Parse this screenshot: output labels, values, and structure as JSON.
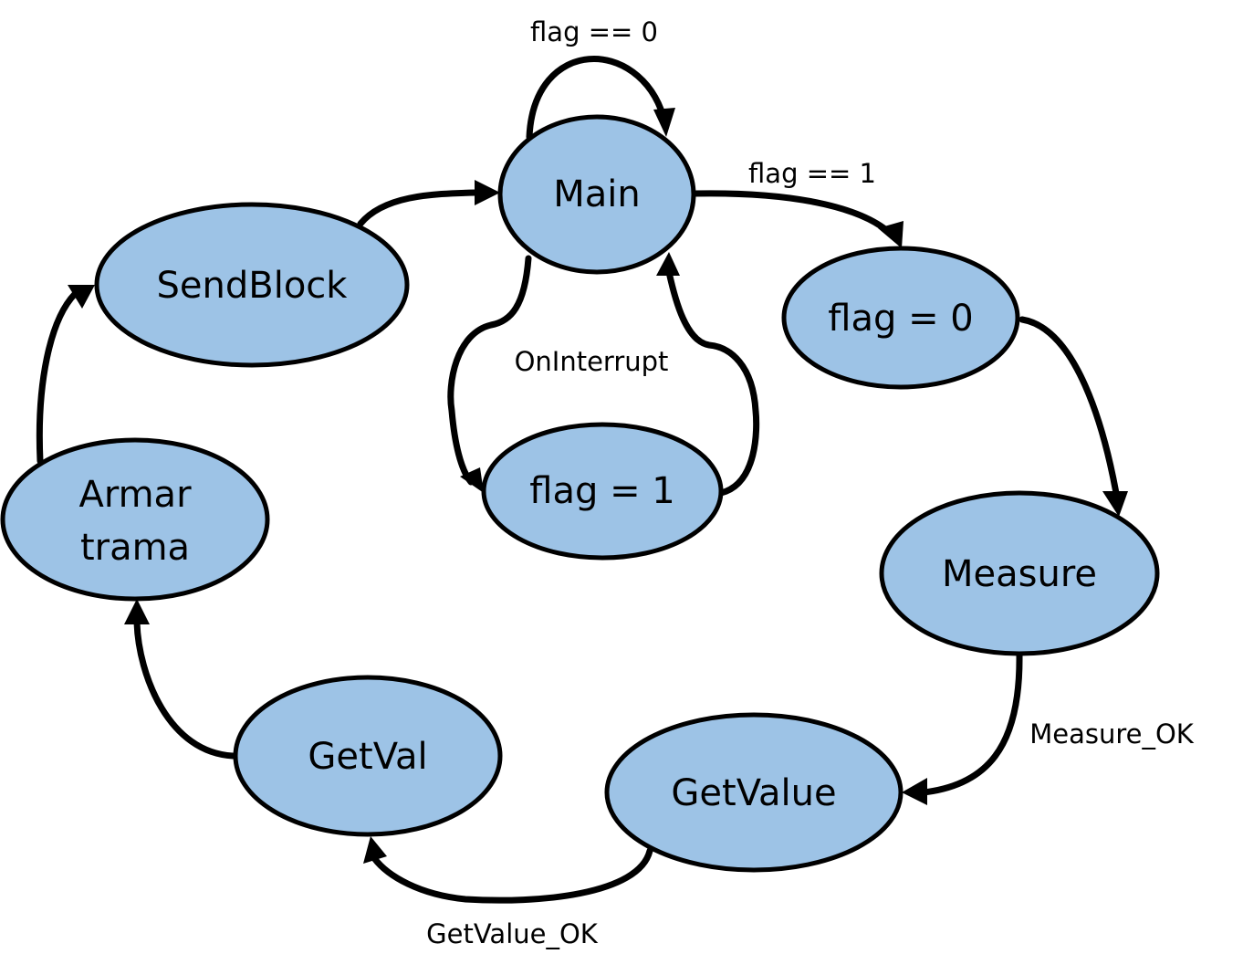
{
  "nodes": {
    "main": "Main",
    "flag_reset": "flag = 0",
    "flag_set": "flag = 1",
    "measure": "Measure",
    "get_value": "GetValue",
    "get_val": "GetVal",
    "armar_trama_line1": "Armar",
    "armar_trama_line2": "trama",
    "send_block": "SendBlock"
  },
  "edges": {
    "main_loop": "flag == 0",
    "main_to_flag_reset": "flag == 1",
    "interrupt": "OnInterrupt",
    "measure_to_get_value": "Measure_OK",
    "get_value_to_get_val": "GetValue_OK"
  },
  "colors": {
    "node_fill": "#9dc3e6",
    "stroke": "#000000",
    "background": "#ffffff"
  }
}
